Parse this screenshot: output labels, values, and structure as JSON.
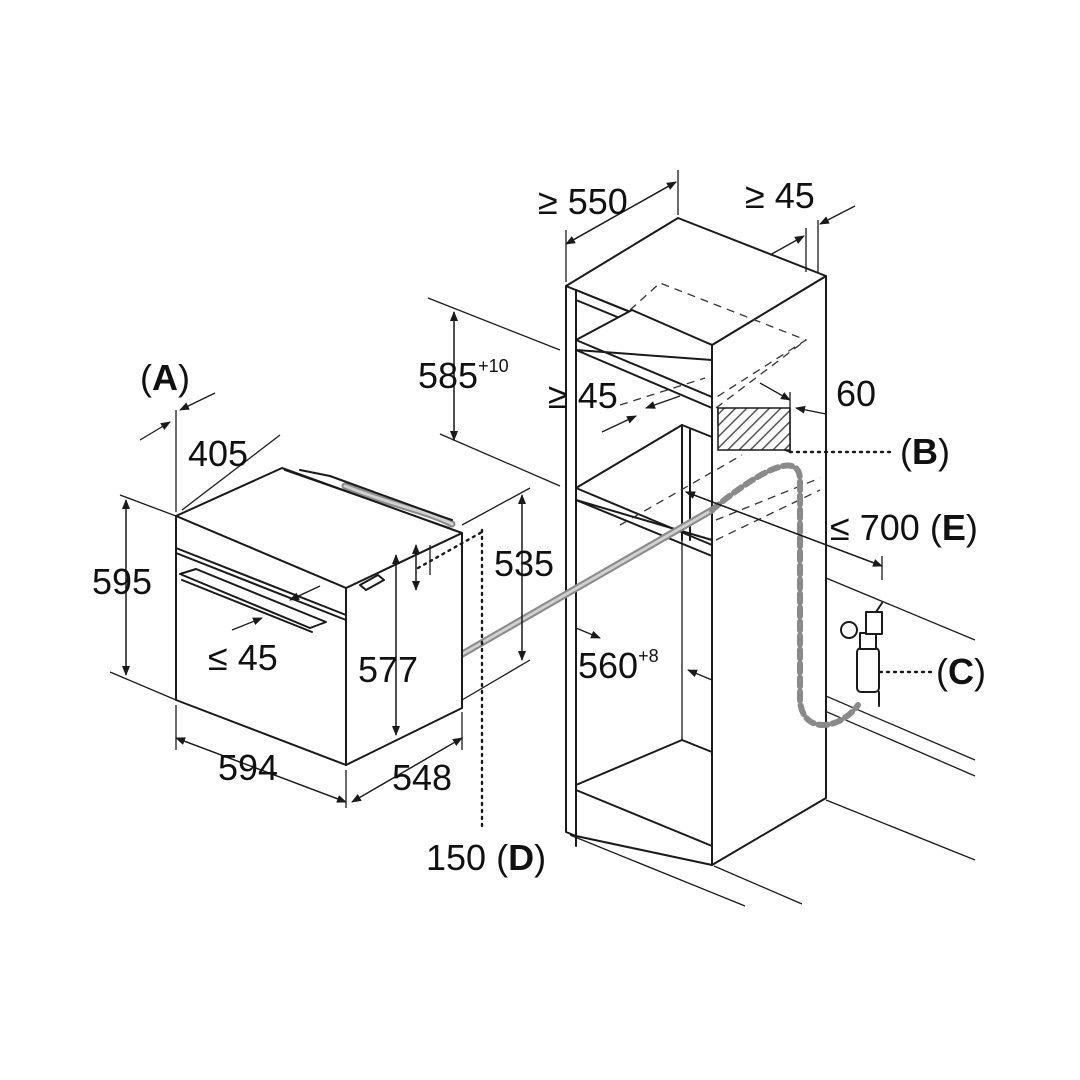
{
  "labels": {
    "a_marker": "(A)",
    "a_width": "405",
    "oven_height": "595",
    "oven_width": "594",
    "oven_depth": "548",
    "handle_clear": "≤ 45",
    "inner_height": "577",
    "side_height": "535",
    "d_marker": "150 (D)",
    "cab_depth": "≥ 550",
    "cab_rear": "≥ 45",
    "niche_height": "585",
    "niche_height_tol": "+10",
    "shelf_gap": "≥ 45",
    "vent_width": "60",
    "b_marker": "(B)",
    "e_marker": "≤ 700 (E)",
    "niche_width": "560",
    "niche_width_tol": "+8",
    "c_marker": "(C)"
  }
}
